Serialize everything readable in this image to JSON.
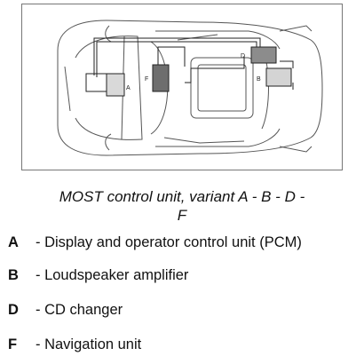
{
  "caption": "MOST control unit, variant A - B - D - F",
  "caption_lines": [
    "MOST control unit, variant A - B - D -",
    "F"
  ],
  "diagram": {
    "units": [
      {
        "letter": "A",
        "color": "#d9d9d9"
      },
      {
        "letter": "F",
        "color": "#6e6e6e"
      },
      {
        "letter": "D",
        "color": "#8c8c8c"
      },
      {
        "letter": "B",
        "color": "#d4d4d4"
      }
    ]
  },
  "legend": [
    {
      "letter": "A",
      "text": "- Display and operator control unit (PCM)"
    },
    {
      "letter": "B",
      "text": "- Loudspeaker amplifier"
    },
    {
      "letter": "D",
      "text": "- CD changer"
    },
    {
      "letter": "F",
      "text": "- Navigation unit"
    }
  ]
}
